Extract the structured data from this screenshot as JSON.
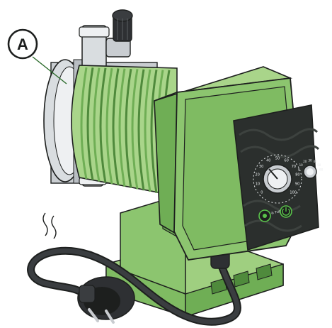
{
  "callout": {
    "label": "A"
  },
  "panel": {
    "dial_scale": [
      "0",
      "10",
      "20",
      "30",
      "40",
      "50",
      "60",
      "70",
      "80",
      "90",
      "100"
    ],
    "right_scale": [
      "0",
      "10",
      "20",
      "30",
      "40",
      "50",
      "60"
    ],
    "mode_label": "PUSH & TURN"
  },
  "colors": {
    "body_green": "#a9d58a",
    "body_green_dark": "#6fae55",
    "body_green_shadow": "#4f8a3c",
    "housing_green": "#8cc56f",
    "panel_dark": "#2b2f2d",
    "metal": "#d9dde0",
    "metal_shadow": "#a8adb2",
    "cable": "#2e3033",
    "outline": "#1d1f1e",
    "callout": "#2a6a2a",
    "led_green": "#59c24a"
  },
  "icons": [
    "power-icon",
    "dosing-button-icon",
    "plug-icon",
    "valve-knob-icon"
  ]
}
